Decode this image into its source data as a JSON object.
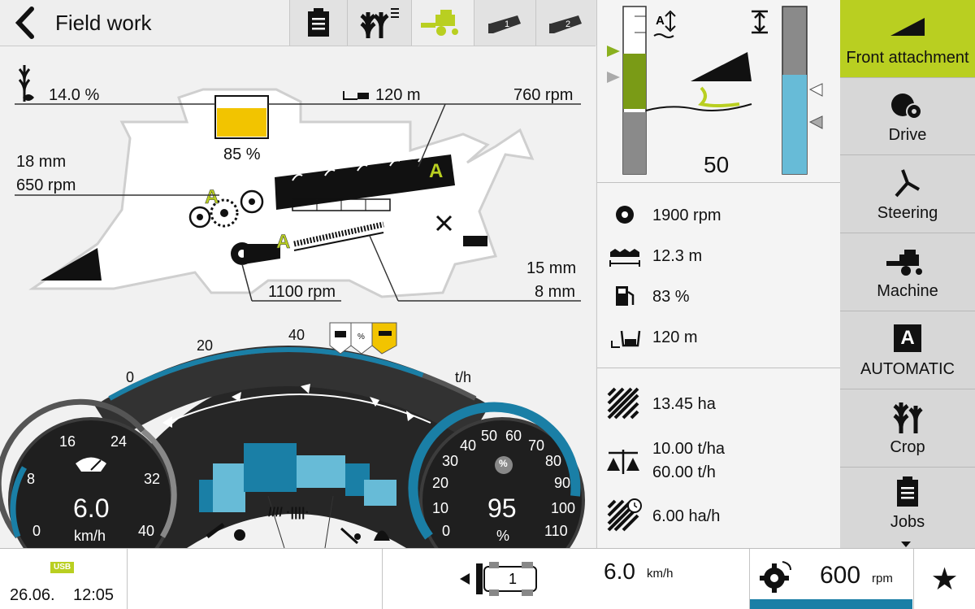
{
  "header": {
    "title": "Field work",
    "tabs": [
      {
        "name": "tab-job-list",
        "icon": "clipboard-icon"
      },
      {
        "name": "tab-crop-list",
        "icon": "crop-list-icon"
      },
      {
        "name": "tab-combine",
        "icon": "combine-icon"
      },
      {
        "name": "tab-camera-1",
        "icon": "camera-icon",
        "label": "1"
      },
      {
        "name": "tab-camera-2",
        "icon": "camera-icon",
        "label": "2"
      }
    ]
  },
  "machine": {
    "moisture": "14.0  %",
    "grain_tank_level": "85  %",
    "unload_distance": "120 m",
    "drum_speed": "760  rpm",
    "concave_gap": "18  mm",
    "beater_speed": "650  rpm",
    "fan_speed": "1100  rpm",
    "upper_sieve": "15  mm",
    "lower_sieve": "8  mm",
    "auto_label": "A"
  },
  "gauge": {
    "throughput_ticks": [
      "0",
      "20",
      "40",
      "t/h"
    ],
    "speed_ticks": [
      "8",
      "16",
      "24",
      "32",
      "40",
      "0"
    ],
    "speed_value": "6.0",
    "speed_unit": "km/h",
    "load_ticks": [
      "10",
      "20",
      "30",
      "40",
      "50",
      "60",
      "70",
      "80",
      "90",
      "100",
      "110",
      "0"
    ],
    "load_value": "95",
    "load_unit": "%",
    "load_icon_label": "%",
    "throughput_fraction": 0.85,
    "speed_fraction": 0.15,
    "load_fraction": 0.95
  },
  "header_height": {
    "value": "50",
    "icon_auto_label": "A"
  },
  "stats": {
    "engine_speed": "1900 rpm",
    "cutting_width": "12.3 m",
    "fuel_level": "83 %",
    "tank_distance": "120 m",
    "area": "13.45 ha",
    "yield_per_ha": "10.00 t/ha",
    "throughput": "60.00 t/h",
    "area_rate": "6.00 ha/h"
  },
  "menu": {
    "items": [
      {
        "label": "Front attachment",
        "icon": "front-attachment-icon"
      },
      {
        "label": "Drive",
        "icon": "drive-icon"
      },
      {
        "label": "Steering",
        "icon": "steering-icon"
      },
      {
        "label": "Machine",
        "icon": "machine-icon"
      },
      {
        "label": "AUTOMATIC",
        "icon": "automatic-icon",
        "glyph": "A"
      },
      {
        "label": "Crop",
        "icon": "crop-icon"
      },
      {
        "label": "Jobs",
        "icon": "jobs-icon"
      }
    ]
  },
  "footer": {
    "usb_label": "USB",
    "date": "26.06.",
    "time": "12:05",
    "tractor_number": "1",
    "speed_value": "6.0",
    "speed_unit": "km/h",
    "pto_value": "600",
    "pto_unit": "rpm"
  },
  "colors": {
    "accent_green": "#b9cf21",
    "yellow_tank": "#f2c400",
    "blue": "#1a7fa6",
    "light_blue": "#67bbd7",
    "dark_gray": "#2a2a2a"
  }
}
